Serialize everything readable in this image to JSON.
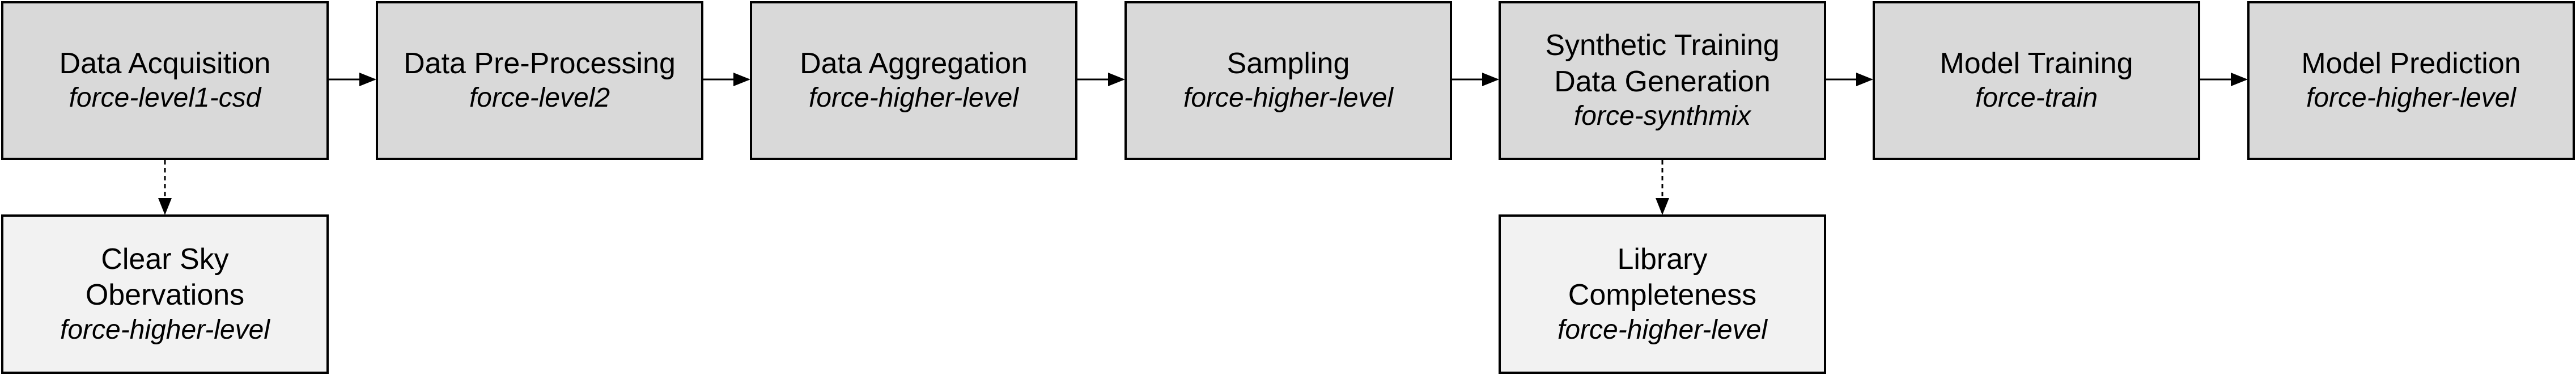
{
  "pipeline": {
    "steps": [
      {
        "title": "Data Acquisition",
        "command": "force-level1-csd"
      },
      {
        "title": "Data Pre-Processing",
        "command": "force-level2"
      },
      {
        "title": "Data Aggregation",
        "command": "force-higher-level"
      },
      {
        "title": "Sampling",
        "command": "force-higher-level"
      },
      {
        "title": "Synthetic Training\nData Generation",
        "command": "force-synthmix"
      },
      {
        "title": "Model Training",
        "command": "force-train"
      },
      {
        "title": "Model Prediction",
        "command": "force-higher-level"
      }
    ],
    "side_steps": [
      {
        "title": "Clear Sky\nObervations",
        "command": "force-higher-level"
      },
      {
        "title": "Library\nCompleteness",
        "command": "force-higher-level"
      }
    ]
  },
  "colors": {
    "main_box_fill": "#d9d9d9",
    "side_box_fill": "#f2f2f2",
    "border": "#000000",
    "arrow": "#000000"
  }
}
